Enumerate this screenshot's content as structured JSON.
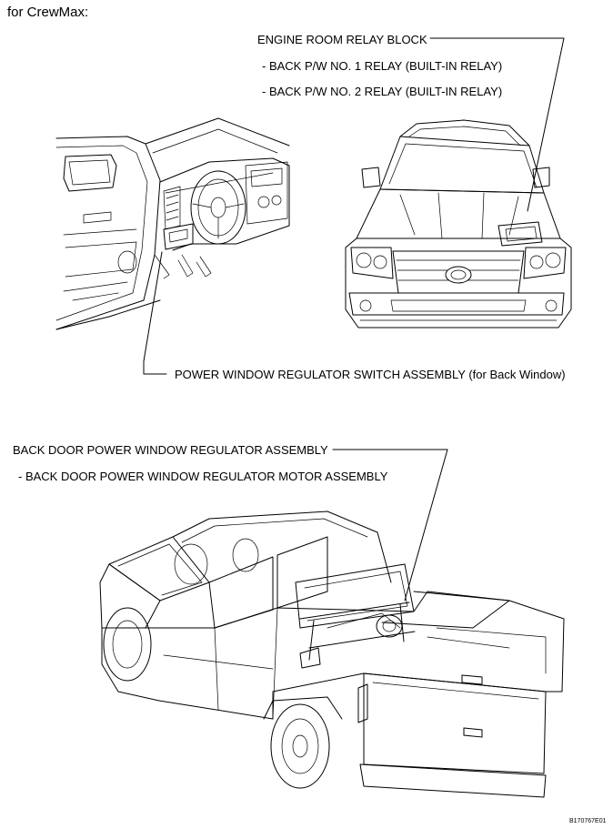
{
  "header": {
    "title": "for CrewMax:"
  },
  "callouts": {
    "relay_block": "ENGINE ROOM RELAY BLOCK",
    "relay_1": "- BACK P/W NO. 1 RELAY (BUILT-IN RELAY)",
    "relay_2": "- BACK P/W NO. 2 RELAY (BUILT-IN RELAY)",
    "switch": "POWER WINDOW REGULATOR SWITCH ASSEMBLY (for Back Window)",
    "regulator": "BACK DOOR POWER WINDOW REGULATOR ASSEMBLY",
    "motor": "- BACK DOOR POWER WINDOW REGULATOR MOTOR ASSEMBLY"
  },
  "figure_code": "B170767E01",
  "colors": {
    "line": "#000000",
    "background": "#ffffff"
  }
}
